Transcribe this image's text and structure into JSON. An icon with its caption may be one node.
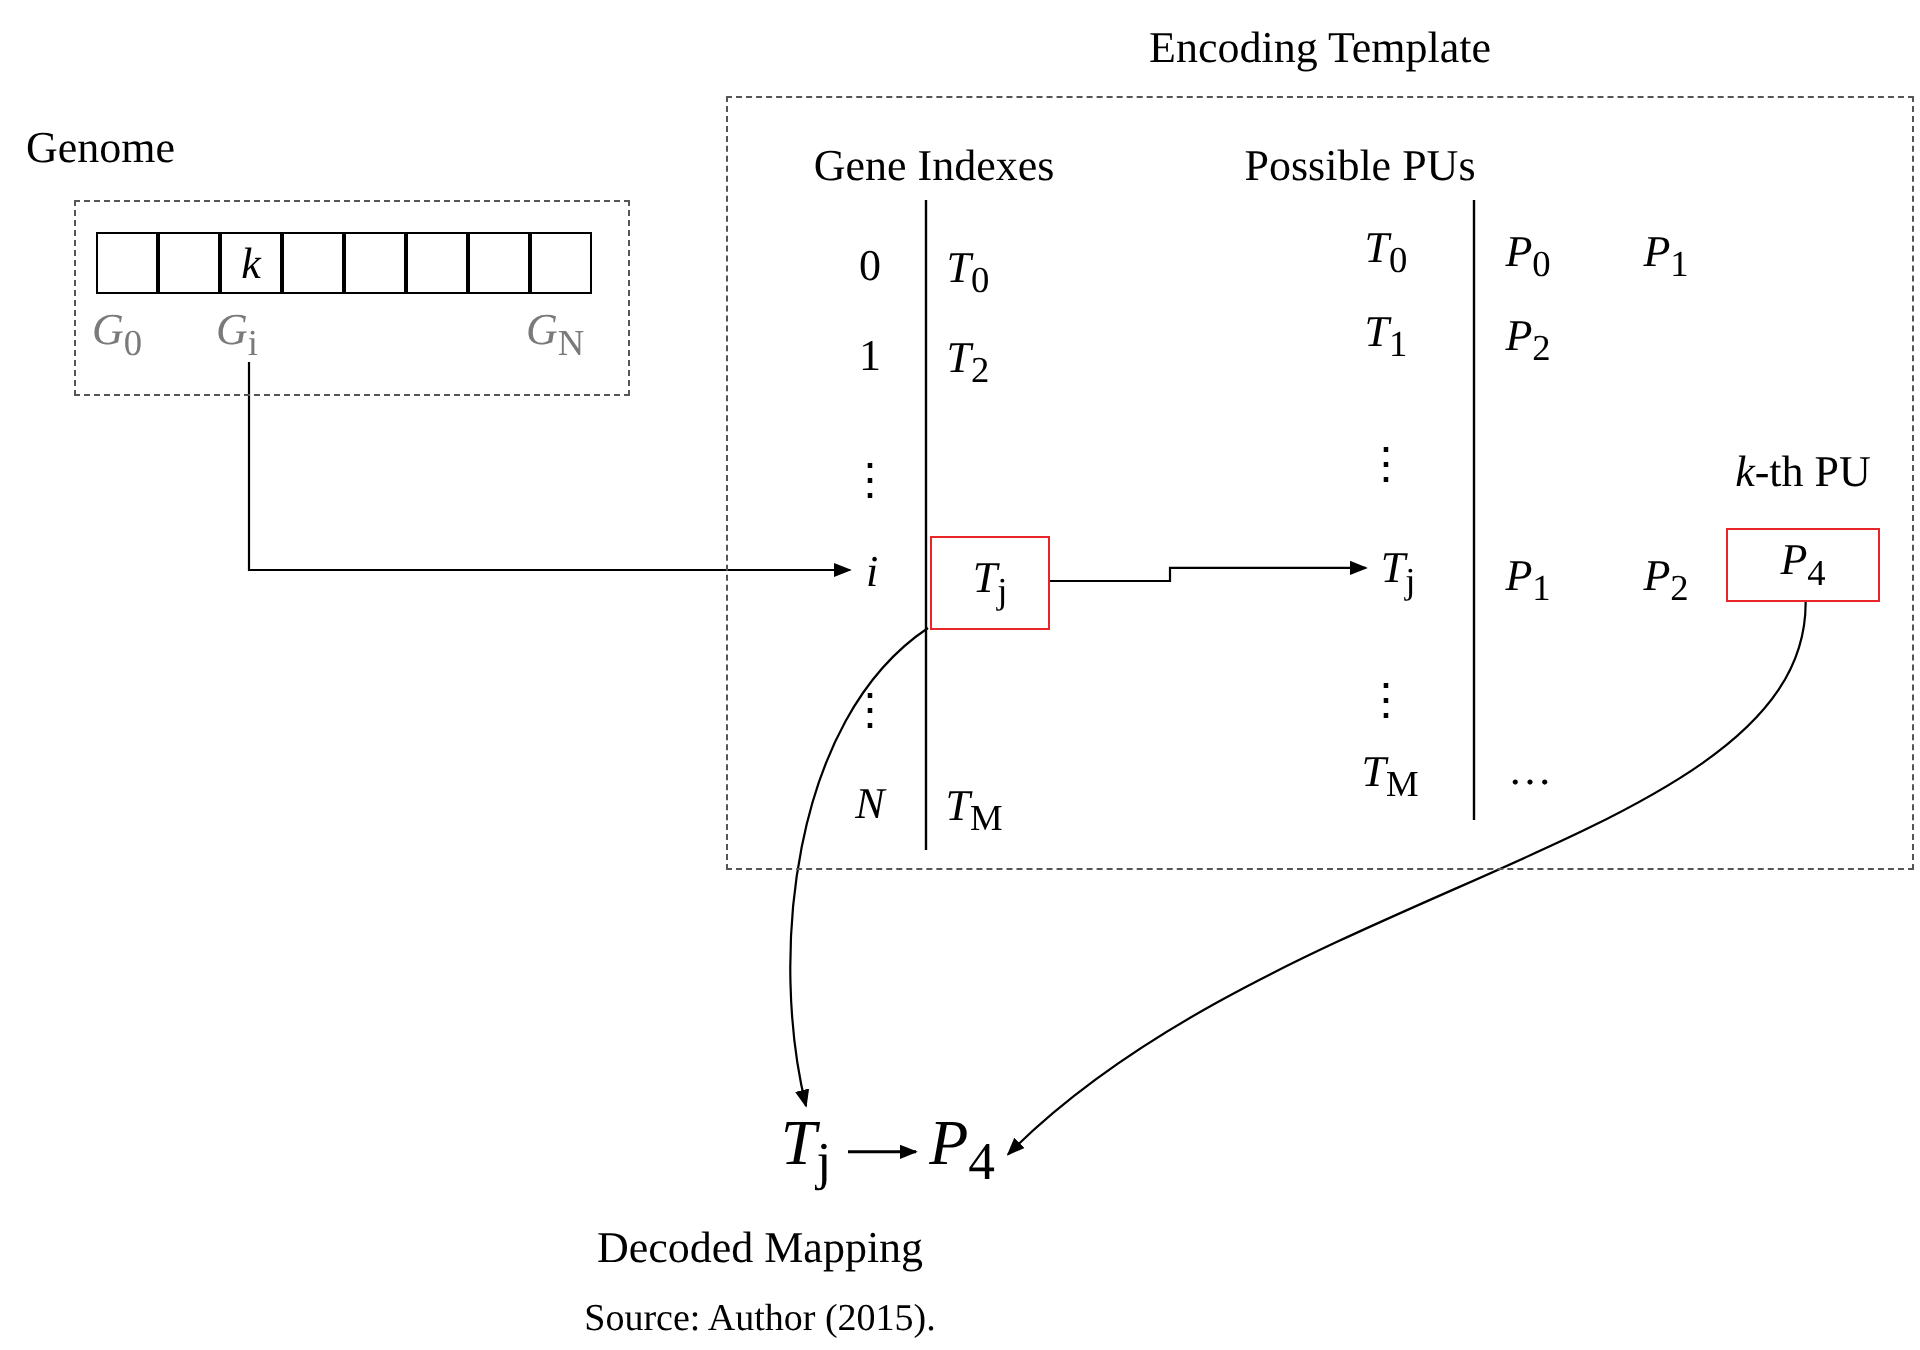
{
  "diagram": {
    "caption": "Source: Author (2015).",
    "nodes": [
      {
        "text": [
          "Genome"
        ]
      },
      {
        "text": [],
        "shape": "box",
        "in": 0,
        "beside": [
          "*G*$_{0}$"
        ]
      },
      {
        "text": [],
        "shape": "box",
        "in": 0
      },
      {
        "text": [
          "*k*"
        ],
        "in": 0,
        "beside": [
          "*G*$_{i}$"
        ]
      },
      {
        "text": [],
        "shape": "box",
        "in": 0
      },
      {
        "text": [],
        "shape": "box",
        "in": 0
      },
      {
        "text": [],
        "shape": "box",
        "in": 0
      },
      {
        "text": [],
        "shape": "box",
        "in": 0
      },
      {
        "text": [],
        "shape": "box",
        "in": 0,
        "beside": [
          "*G*$_{N}$"
        ]
      },
      {
        "text": [
          "Encoding Template"
        ]
      },
      {
        "text": [
          "*i*"
        ],
        "in": 9
      },
      {
        "text": [
          "*T*$_{j}$"
        ],
        "in": 9
      },
      {
        "text": [
          "*T*$_{j}$"
        ],
        "in": 9
      },
      {
        "text": [
          "*P*$_{4}$"
        ],
        "in": 9,
        "beside": [
          "*k*-th PU"
        ]
      },
      {
        "text": [
          "*T*$_{j}$"
        ]
      },
      {
        "text": [
          "*P*$_{4}$"
        ]
      }
    ],
    "edges": [
      {
        "from": 3,
        "to": 10,
        "arrow": "to"
      },
      {
        "from": 11,
        "to": 12,
        "arrow": "to"
      },
      {
        "from": 11,
        "to": 14,
        "arrow": "to"
      },
      {
        "from": 13,
        "to": 15,
        "arrow": "to"
      },
      {
        "from": 14,
        "to": 15,
        "arrow": "to"
      }
    ],
    "labels": [
      "Gene Indexes",
      "Possible PUs",
      "0",
      "*T*$_{0}$",
      "1",
      "*T*$_{2}$",
      "⋮",
      "⋮",
      "*N*",
      "*T*$_{M}$",
      "*T*$_{0}$",
      "*P*$_{0}$",
      "*P*$_{1}$",
      "*T*$_{1}$",
      "*P*$_{2}$",
      "⋮",
      "*P*$_{1}$",
      "*P*$_{2}$",
      "⋮",
      "*T*$_{M}$",
      "…",
      "Decoded Mapping"
    ]
  }
}
